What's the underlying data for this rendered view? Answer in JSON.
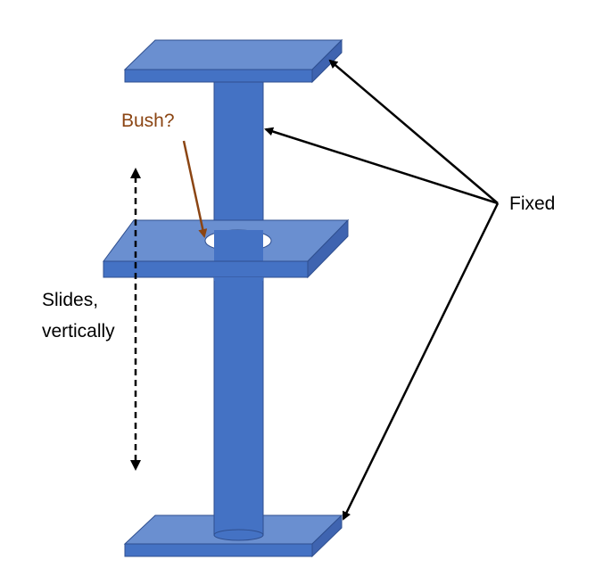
{
  "labels": {
    "bush": "Bush?",
    "fixed": "Fixed",
    "slides_line1": "Slides,",
    "slides_line2": "vertically"
  },
  "colors": {
    "plate_top": "#6A8FD0",
    "plate_side": "#3F64B0",
    "plate_edge": "#2F4F8F",
    "shaft": "#4472C4",
    "bush_text": "#8B4513",
    "bush_arrow": "#8B4513",
    "arrows": "#000000"
  }
}
